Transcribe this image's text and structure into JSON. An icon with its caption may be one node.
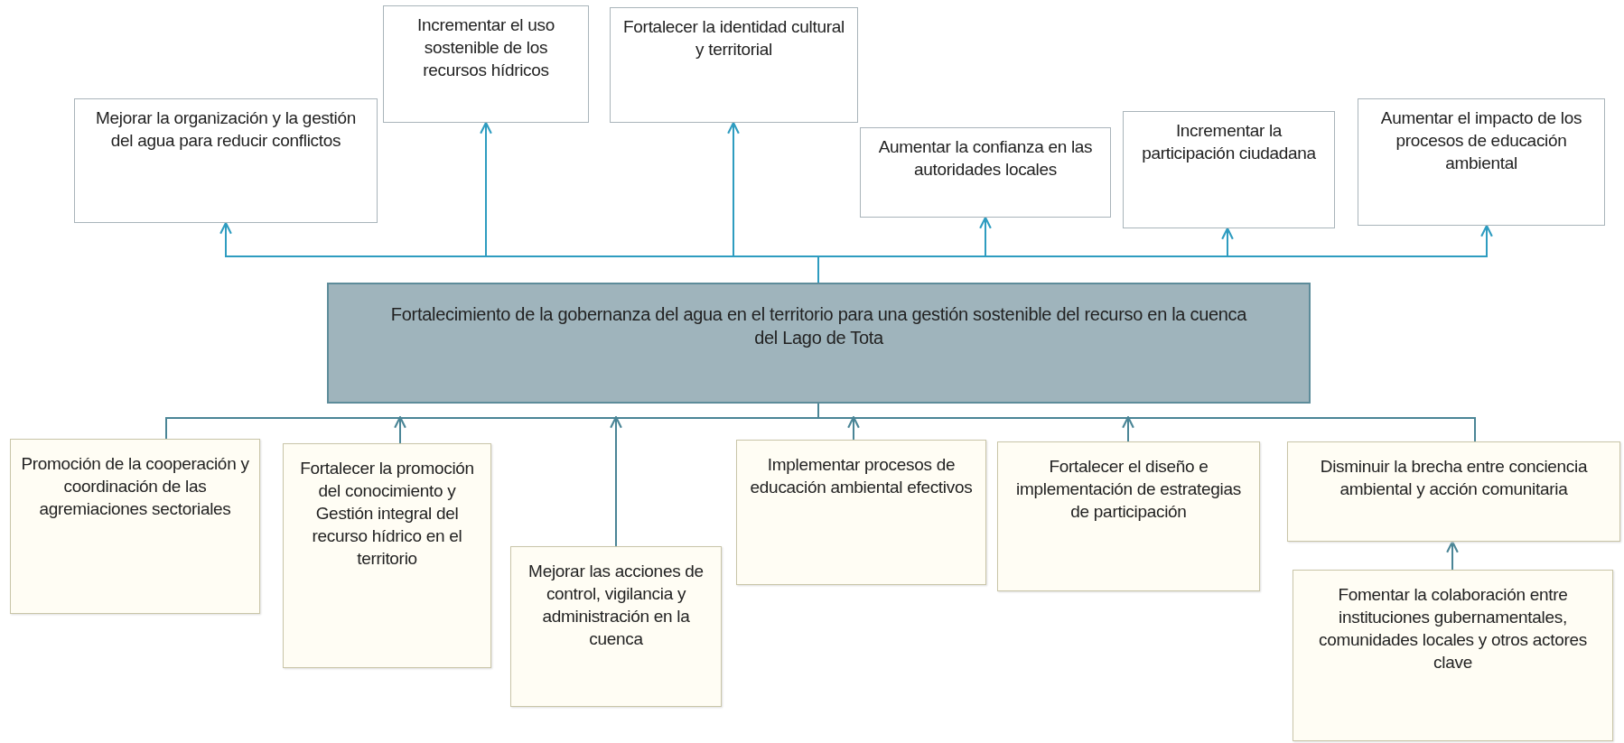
{
  "diagram": {
    "nodes": [
      {
        "text": [
          "Mejorar la organización y la gestión del agua para reducir conflictos"
        ]
      },
      {
        "text": [
          "Incrementar el uso sostenible de los recursos hídricos"
        ]
      },
      {
        "text": [
          "Fortalecer la identidad cultural y territorial"
        ]
      },
      {
        "text": [
          "Aumentar la confianza en las autoridades locales"
        ]
      },
      {
        "text": [
          "Incrementar la participación ciudadana"
        ]
      },
      {
        "text": [
          "Aumentar el impacto de los procesos de educación ambiental"
        ]
      },
      {
        "text": [
          "Fortalecimiento de la gobernanza del agua en el territorio para una gestión sostenible del recurso en la cuenca del Lago de Tota"
        ]
      },
      {
        "text": [
          "Promoción de la cooperación y coordinación de las agremiaciones sectoriales"
        ]
      },
      {
        "text": [
          "Fortalecer la promoción del conocimiento y Gestión integral del recurso hídrico en el territorio"
        ]
      },
      {
        "text": [
          "Mejorar las acciones de control, vigilancia y administración en la cuenca"
        ]
      },
      {
        "text": [
          "Implementar procesos de educación ambiental efectivos"
        ]
      },
      {
        "text": [
          "Fortalecer el diseño e implementación de estrategias de participación"
        ]
      },
      {
        "text": [
          "Disminuir la brecha entre conciencia ambiental y acción comunitaria"
        ]
      },
      {
        "text": [
          "Fomentar la colaboración entre instituciones gubernamentales, comunidades locales y otros actores clave"
        ]
      }
    ],
    "edges": [
      {
        "from": 6,
        "to": 0,
        "arrow": "to",
        "color": "#2e9cc0"
      },
      {
        "from": 6,
        "to": 1,
        "arrow": "to",
        "color": "#2e9cc0"
      },
      {
        "from": 6,
        "to": 2,
        "arrow": "to",
        "color": "#2e9cc0"
      },
      {
        "from": 6,
        "to": 3,
        "arrow": "to",
        "color": "#2e9cc0"
      },
      {
        "from": 6,
        "to": 4,
        "arrow": "to",
        "color": "#2e9cc0"
      },
      {
        "from": 6,
        "to": 5,
        "arrow": "to",
        "color": "#2e9cc0"
      },
      {
        "from": 7,
        "to": 6,
        "arrow": "none"
      },
      {
        "from": 8,
        "to": 6,
        "arrow": "to"
      },
      {
        "from": 9,
        "to": 6,
        "arrow": "to"
      },
      {
        "from": 10,
        "to": 6,
        "arrow": "to"
      },
      {
        "from": 11,
        "to": 6,
        "arrow": "to"
      },
      {
        "from": 12,
        "to": 6,
        "arrow": "none"
      },
      {
        "from": 13,
        "to": 12,
        "arrow": "to"
      }
    ]
  }
}
